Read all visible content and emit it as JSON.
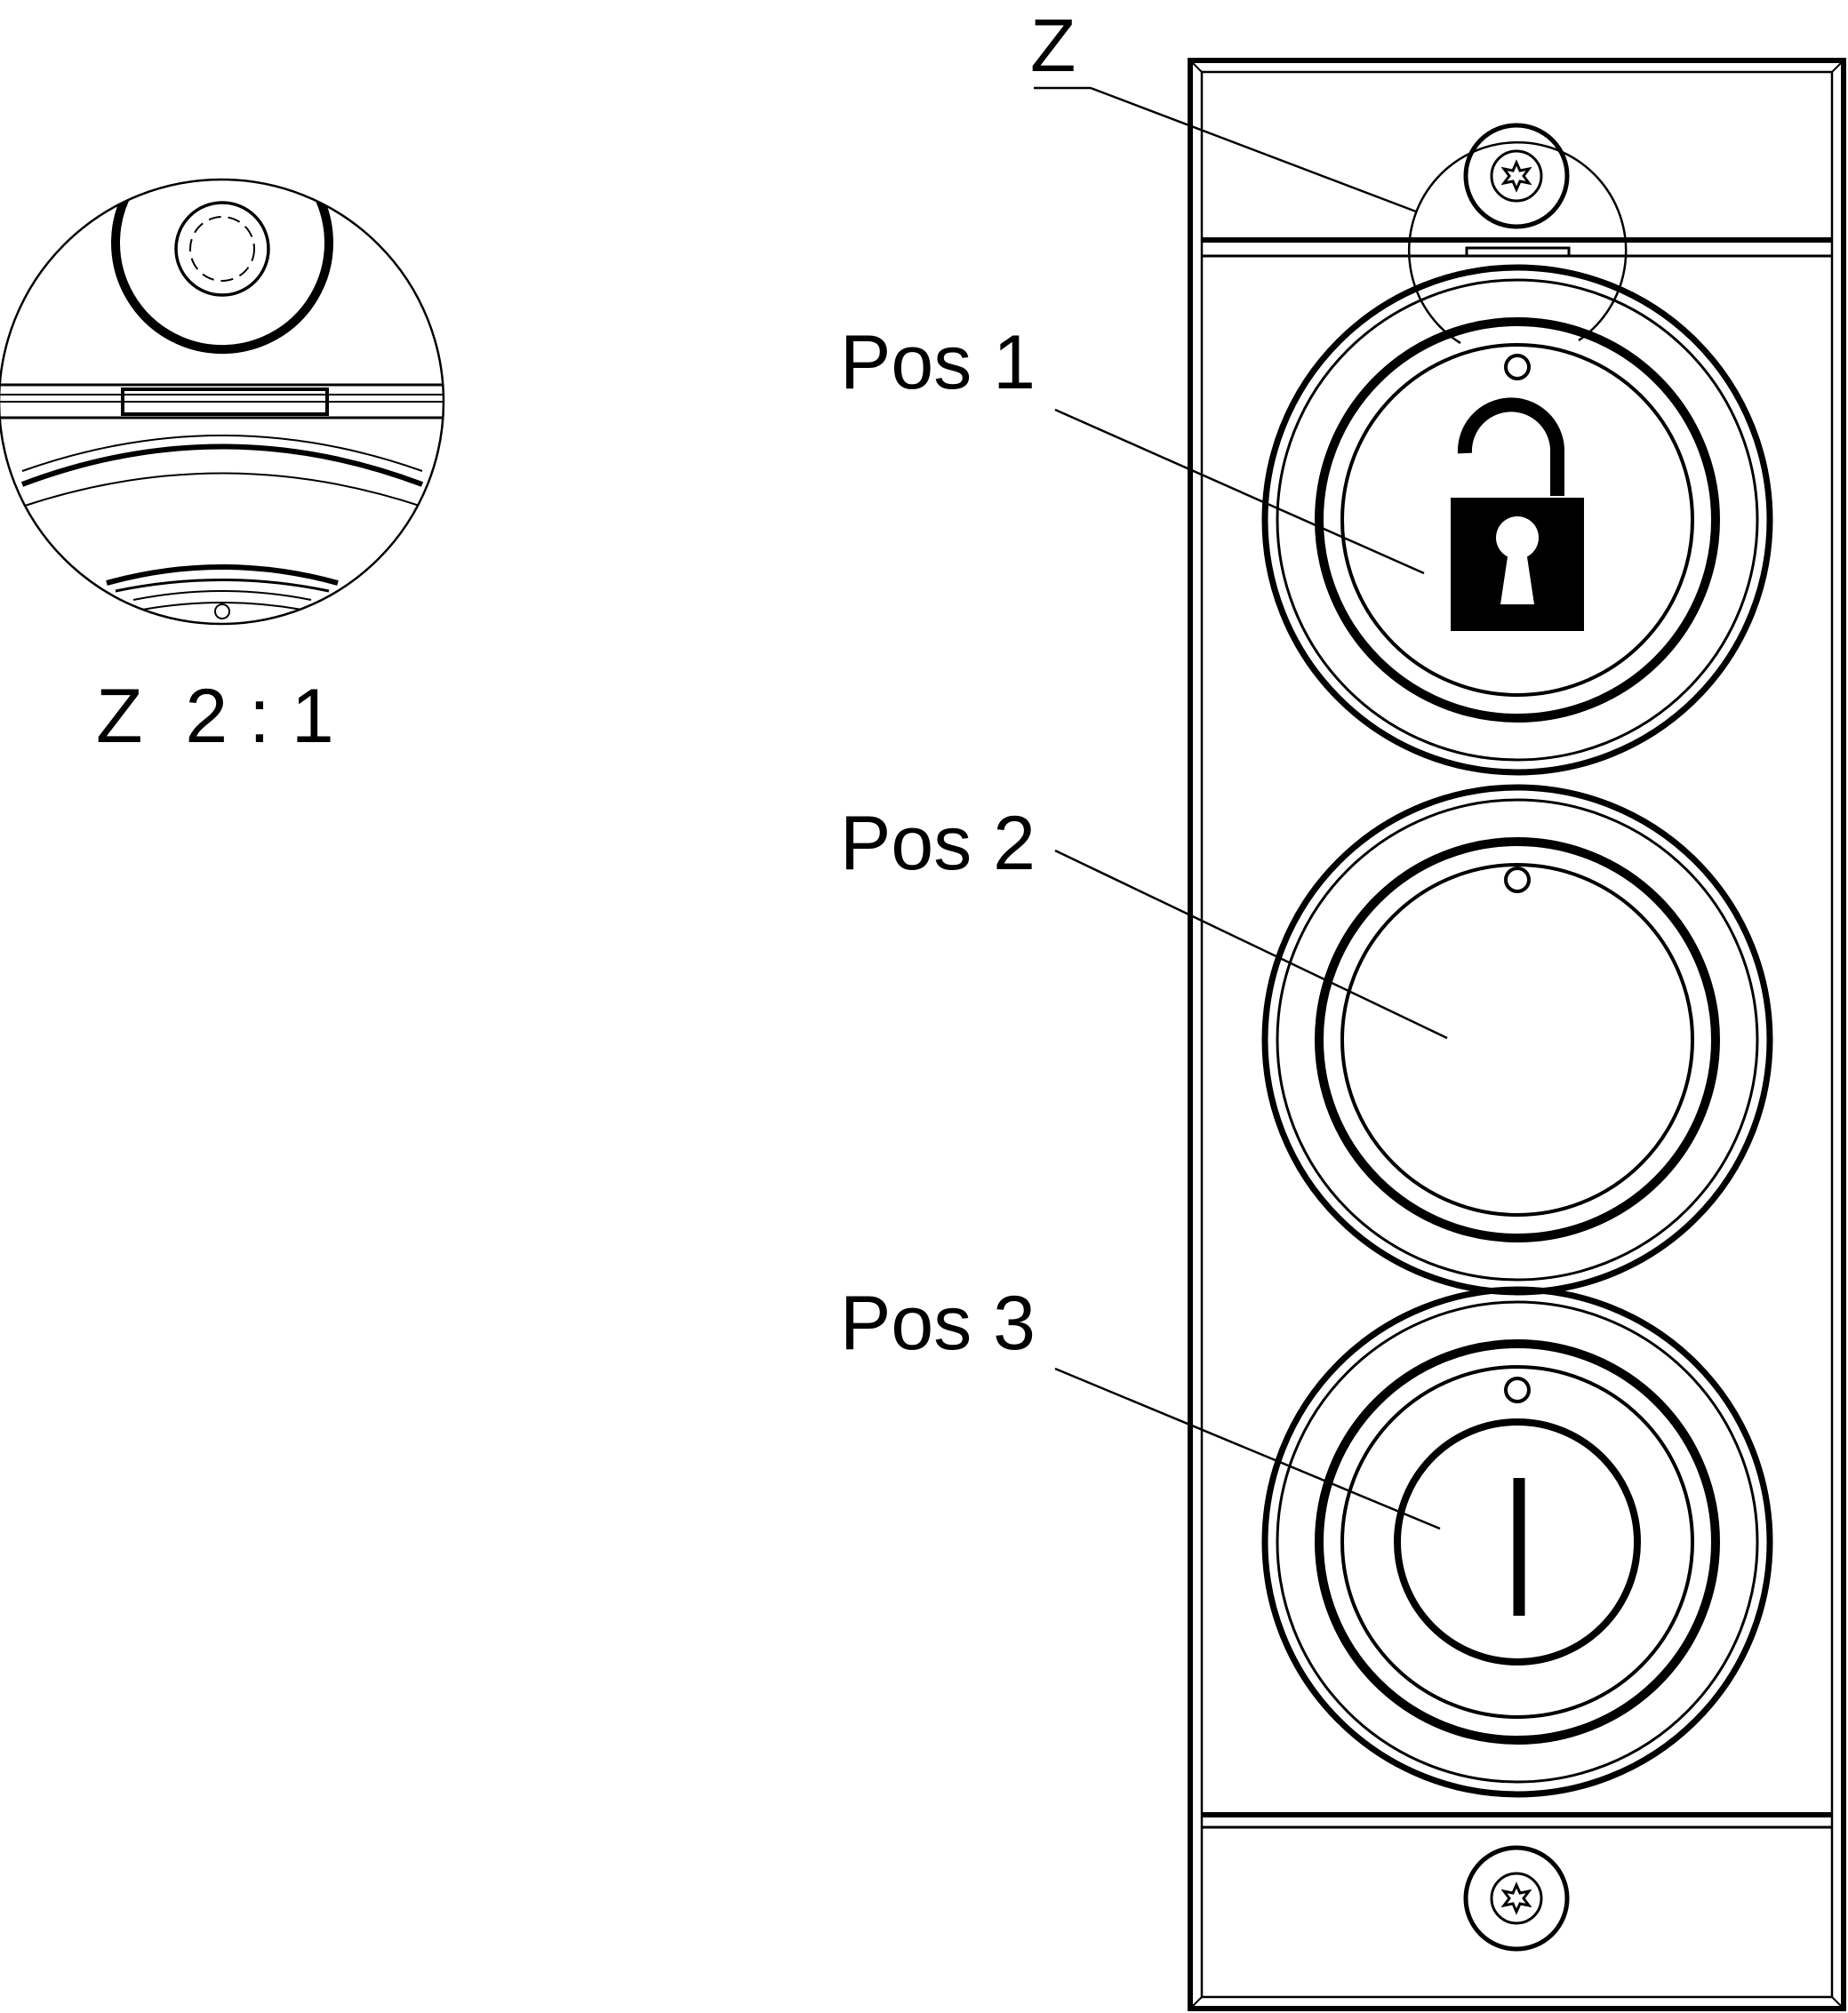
{
  "labels": {
    "detail_marker": "Z",
    "pos1": "Pos 1",
    "pos2": "Pos 2",
    "pos3": "Pos 3",
    "detail_scale": "Z  2 : 1"
  },
  "icons": {
    "pos1": "unlocked-padlock-icon",
    "pos2": "blank-button",
    "pos3": "vertical-bar-icon",
    "screws": "torx-screw-icon"
  },
  "colors": {
    "line": "#000000",
    "background": "#ffffff"
  }
}
